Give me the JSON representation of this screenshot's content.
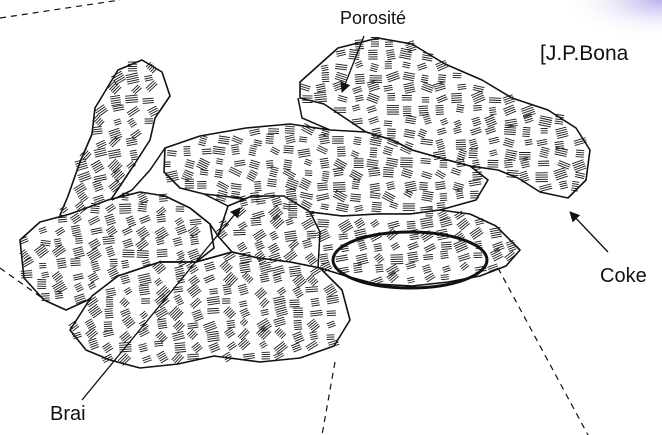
{
  "labels": {
    "porosite": "Porosité",
    "reference": "[J.P.Bona",
    "coke": "Coke",
    "brai": "Brai"
  },
  "colors": {
    "line": "#111111",
    "paper": "#ffffff",
    "corner_gradient": "#b9b0ea"
  },
  "icons": [
    "arrow-icon",
    "magnifier-ellipse-icon",
    "dashed-line-icon"
  ]
}
